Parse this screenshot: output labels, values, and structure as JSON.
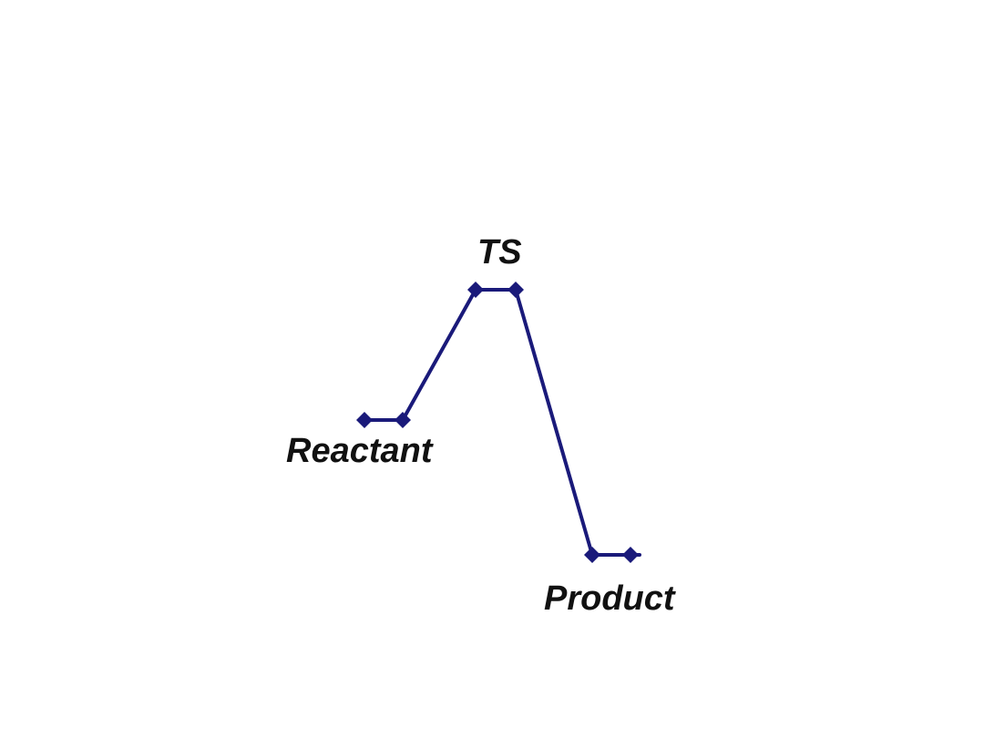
{
  "diagram": {
    "line_color": "#1a1a7a",
    "label_color": "#111111",
    "states": {
      "reactant": {
        "label": "Reactant"
      },
      "transition_state": {
        "label": "TS"
      },
      "product": {
        "label": "Product"
      }
    }
  }
}
